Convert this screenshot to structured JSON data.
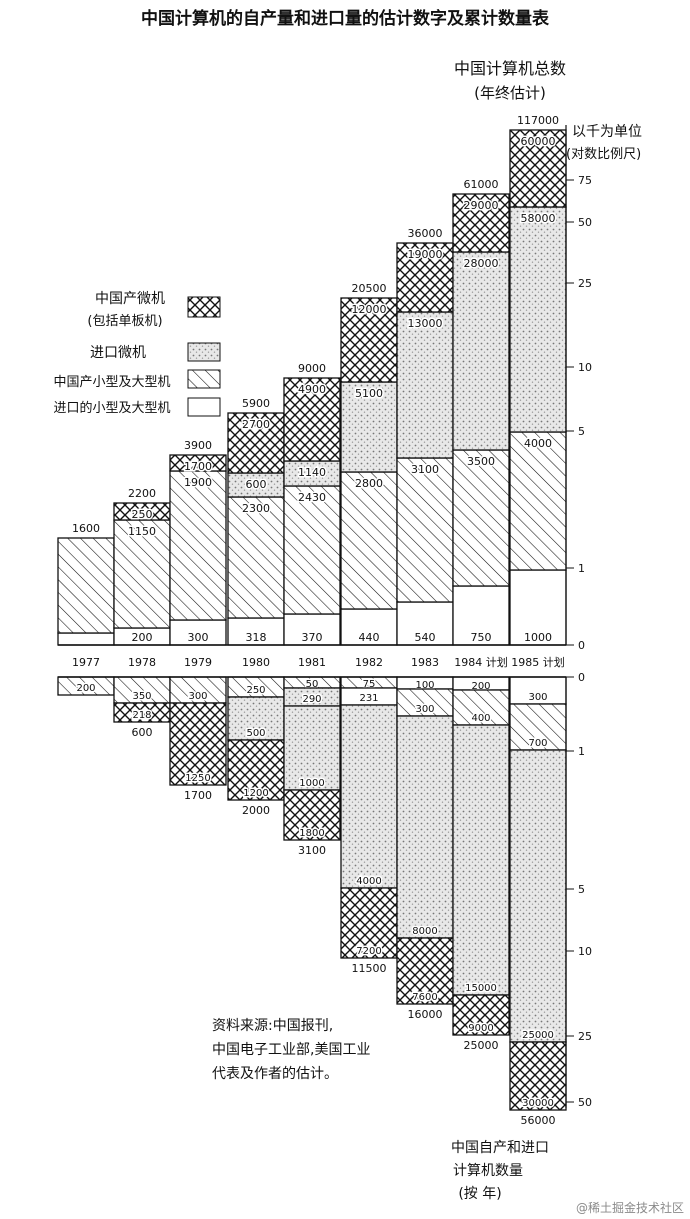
{
  "title": "中国计算机的自产量和进口量的估计数字及累计数量表",
  "top_note": {
    "line1": "中国计算机总数",
    "line2": "(年终估计)"
  },
  "unit_note": {
    "line1": "以千为单位",
    "line2": "(对数比例尺)"
  },
  "bottom_note": {
    "line1": "中国自产和进口",
    "line2": "计算机数量",
    "line3": "(按 年)"
  },
  "source": {
    "line1": "资料来源:中国报刊,",
    "line2": "中国电子工业部,美国工业",
    "line3": "代表及作者的估计。"
  },
  "watermark": "@稀土掘金技术社区",
  "legend": [
    {
      "key": "domestic_micro",
      "label1": "中国产微机",
      "label2": "(包括单板机)",
      "pattern": "crosshatch"
    },
    {
      "key": "imported_micro",
      "label1": "进口微机",
      "label2": "",
      "pattern": "stipple"
    },
    {
      "key": "domestic_large",
      "label1": "中国产小型及大型机",
      "label2": "",
      "pattern": "diagonal"
    },
    {
      "key": "imported_large",
      "label1": "进口的小型及大型机",
      "label2": "",
      "pattern": "blank"
    }
  ],
  "colors": {
    "ink": "#111111",
    "paper": "#ffffff",
    "stipple": "#bdbdbd"
  },
  "chart_data": [
    {
      "type": "bar",
      "name": "cumulative",
      "scale": "log",
      "categories": [
        "1977",
        "1978",
        "1979",
        "1980",
        "1981",
        "1982",
        "1983",
        "1984 计划",
        "1985 计划"
      ],
      "totals": [
        "1600",
        "2200",
        "3900",
        "5900",
        "9000",
        "20500",
        "36000",
        "61000",
        "117000"
      ],
      "y_ticks": [
        "0",
        "1",
        "5",
        "10",
        "25",
        "50",
        "75"
      ],
      "segments": [
        [
          {
            "s": "imported_large",
            "l": ""
          },
          {
            "s": "domestic_large",
            "l": ""
          }
        ],
        [
          {
            "s": "imported_large",
            "l": "200"
          },
          {
            "s": "domestic_large",
            "l": "1150"
          },
          {
            "s": "domestic_micro",
            "l": "250"
          }
        ],
        [
          {
            "s": "imported_large",
            "l": "300"
          },
          {
            "s": "domestic_large",
            "l": "1900"
          },
          {
            "s": "domestic_micro",
            "l": "1700"
          }
        ],
        [
          {
            "s": "imported_large",
            "l": "318"
          },
          {
            "s": "domestic_large",
            "l": "2300"
          },
          {
            "s": "imported_micro",
            "l": "600"
          },
          {
            "s": "domestic_micro",
            "l": "2700"
          }
        ],
        [
          {
            "s": "imported_large",
            "l": "370"
          },
          {
            "s": "domestic_large",
            "l": "2430"
          },
          {
            "s": "imported_micro",
            "l": "1140"
          },
          {
            "s": "domestic_micro",
            "l": "4900"
          }
        ],
        [
          {
            "s": "imported_large",
            "l": "440"
          },
          {
            "s": "domestic_large",
            "l": "2800"
          },
          {
            "s": "imported_micro",
            "l": "5100"
          },
          {
            "s": "domestic_micro",
            "l": "12000"
          }
        ],
        [
          {
            "s": "imported_large",
            "l": "540"
          },
          {
            "s": "domestic_large",
            "l": "3100"
          },
          {
            "s": "imported_micro",
            "l": "13000"
          },
          {
            "s": "domestic_micro",
            "l": "19000"
          }
        ],
        [
          {
            "s": "imported_large",
            "l": "750"
          },
          {
            "s": "domestic_large",
            "l": "3500"
          },
          {
            "s": "imported_micro",
            "l": "28000"
          },
          {
            "s": "domestic_micro",
            "l": "29000"
          }
        ],
        [
          {
            "s": "imported_large",
            "l": "1000"
          },
          {
            "s": "domestic_large",
            "l": "4000"
          },
          {
            "s": "imported_micro",
            "l": "58000"
          },
          {
            "s": "domestic_micro",
            "l": "60000"
          }
        ]
      ]
    },
    {
      "type": "bar",
      "name": "annual",
      "scale": "log",
      "orientation": "downward",
      "categories": [
        "1977",
        "1978",
        "1979",
        "1980",
        "1981",
        "1982",
        "1983",
        "1984 计划",
        "1985 计划"
      ],
      "totals": [
        "",
        "600",
        "1700",
        "2000",
        "3100",
        "11500",
        "16000",
        "25000",
        "56000"
      ],
      "y_ticks": [
        "0",
        "1",
        "5",
        "10",
        "25",
        "50"
      ],
      "segments": [
        [
          {
            "s": "domestic_large",
            "l": "200"
          }
        ],
        [
          {
            "s": "domestic_large",
            "l": "350"
          },
          {
            "s": "domestic_micro",
            "l": "218"
          }
        ],
        [
          {
            "s": "domestic_large",
            "l": "300"
          },
          {
            "s": "domestic_micro",
            "l": "1250"
          }
        ],
        [
          {
            "s": "domestic_large",
            "l": "250"
          },
          {
            "s": "imported_micro",
            "l": "500"
          },
          {
            "s": "domestic_micro",
            "l": "1200"
          }
        ],
        [
          {
            "s": "domestic_large",
            "l": "50"
          },
          {
            "s": "imported_micro",
            "l": "290"
          },
          {
            "s": "imported_micro",
            "l": "1000"
          },
          {
            "s": "domestic_micro",
            "l": "1800"
          }
        ],
        [
          {
            "s": "domestic_large",
            "l": "75"
          },
          {
            "s": "imported_large",
            "l": "231"
          },
          {
            "s": "imported_micro",
            "l": "4000"
          },
          {
            "s": "domestic_micro",
            "l": "7200"
          }
        ],
        [
          {
            "s": "imported_large",
            "l": "100"
          },
          {
            "s": "domestic_large",
            "l": "300"
          },
          {
            "s": "imported_micro",
            "l": "8000"
          },
          {
            "s": "domestic_micro",
            "l": "7600"
          }
        ],
        [
          {
            "s": "imported_large",
            "l": "200"
          },
          {
            "s": "domestic_large",
            "l": "400"
          },
          {
            "s": "imported_micro",
            "l": "15000"
          },
          {
            "s": "domestic_micro",
            "l": "9000"
          }
        ],
        [
          {
            "s": "imported_large",
            "l": "300"
          },
          {
            "s": "domestic_large",
            "l": "700"
          },
          {
            "s": "imported_micro",
            "l": "25000"
          },
          {
            "s": "domestic_micro",
            "l": "30000"
          }
        ]
      ]
    }
  ]
}
